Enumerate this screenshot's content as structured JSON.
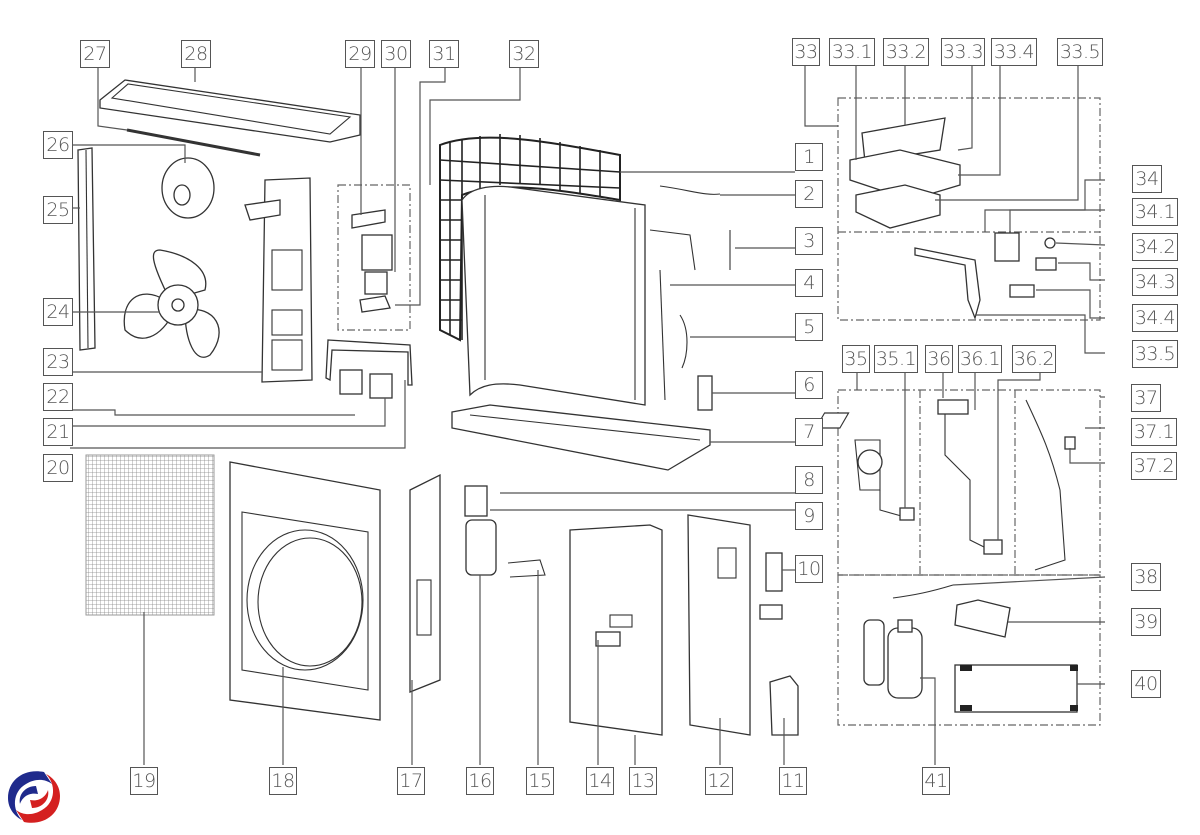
{
  "diagram": {
    "type": "exploded-parts-diagram",
    "subject": "outdoor air-conditioner unit",
    "callouts": [
      {
        "id": "1",
        "label": "1"
      },
      {
        "id": "2",
        "label": "2"
      },
      {
        "id": "3",
        "label": "3"
      },
      {
        "id": "4",
        "label": "4"
      },
      {
        "id": "5",
        "label": "5"
      },
      {
        "id": "6",
        "label": "6"
      },
      {
        "id": "7",
        "label": "7"
      },
      {
        "id": "8",
        "label": "8"
      },
      {
        "id": "9",
        "label": "9"
      },
      {
        "id": "10",
        "label": "10"
      },
      {
        "id": "11",
        "label": "11"
      },
      {
        "id": "12",
        "label": "12"
      },
      {
        "id": "13",
        "label": "13"
      },
      {
        "id": "14",
        "label": "14"
      },
      {
        "id": "15",
        "label": "15"
      },
      {
        "id": "16",
        "label": "16"
      },
      {
        "id": "17",
        "label": "17"
      },
      {
        "id": "18",
        "label": "18"
      },
      {
        "id": "19",
        "label": "19"
      },
      {
        "id": "20",
        "label": "20"
      },
      {
        "id": "21",
        "label": "21"
      },
      {
        "id": "22",
        "label": "22"
      },
      {
        "id": "23",
        "label": "23"
      },
      {
        "id": "24",
        "label": "24"
      },
      {
        "id": "25",
        "label": "25"
      },
      {
        "id": "26",
        "label": "26"
      },
      {
        "id": "27",
        "label": "27"
      },
      {
        "id": "28",
        "label": "28"
      },
      {
        "id": "29",
        "label": "29"
      },
      {
        "id": "30",
        "label": "30"
      },
      {
        "id": "31",
        "label": "31"
      },
      {
        "id": "32",
        "label": "32"
      },
      {
        "id": "33",
        "label": "33"
      },
      {
        "id": "33.1",
        "label": "33.1"
      },
      {
        "id": "33.2",
        "label": "33.2"
      },
      {
        "id": "33.3",
        "label": "33.3"
      },
      {
        "id": "33.4",
        "label": "33.4"
      },
      {
        "id": "33.5a",
        "label": "33.5"
      },
      {
        "id": "33.5b",
        "label": "33.5"
      },
      {
        "id": "34",
        "label": "34"
      },
      {
        "id": "34.1",
        "label": "34.1"
      },
      {
        "id": "34.2",
        "label": "34.2"
      },
      {
        "id": "34.3",
        "label": "34.3"
      },
      {
        "id": "34.4",
        "label": "34.4"
      },
      {
        "id": "35",
        "label": "35"
      },
      {
        "id": "35.1",
        "label": "35.1"
      },
      {
        "id": "36",
        "label": "36"
      },
      {
        "id": "36.1",
        "label": "36.1"
      },
      {
        "id": "36.2",
        "label": "36.2"
      },
      {
        "id": "37",
        "label": "37"
      },
      {
        "id": "37.1",
        "label": "37.1"
      },
      {
        "id": "37.2",
        "label": "37.2"
      },
      {
        "id": "38",
        "label": "38"
      },
      {
        "id": "39",
        "label": "39"
      },
      {
        "id": "40",
        "label": "40"
      },
      {
        "id": "41",
        "label": "41"
      }
    ]
  },
  "colors": {
    "line": "#555555",
    "logo_blue": "#1f2a8c",
    "logo_red": "#d42020"
  }
}
